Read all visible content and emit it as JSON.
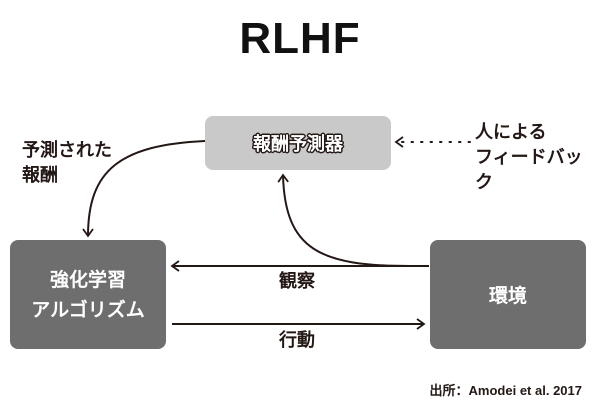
{
  "title": "RLHF",
  "nodes": {
    "reward_predictor": "報酬予測器",
    "rl_algorithm": [
      "強化学習",
      "アルゴリズム"
    ],
    "environment": "環境"
  },
  "edges": {
    "predicted_reward": [
      "予測された",
      "報酬"
    ],
    "human_feedback": [
      "人による",
      "フィードバック"
    ],
    "observation": "観察",
    "action": "行動"
  },
  "source": "出所：Amodei et al. 2017",
  "colors": {
    "predictor_fill": "#c9c9c9",
    "node_fill": "#6e6e6e",
    "line": "#231815"
  }
}
